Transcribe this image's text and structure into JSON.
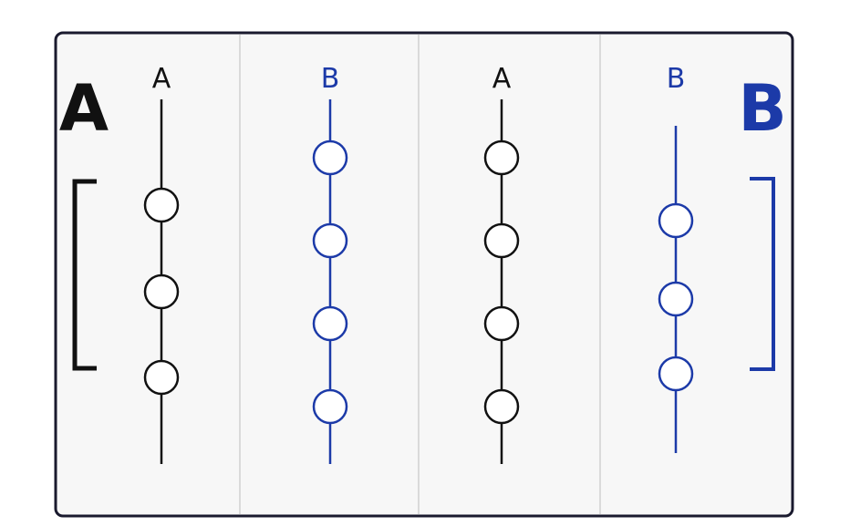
{
  "colors": {
    "black": "#111111",
    "blue": "#1c3aa8",
    "frame": "#1a1a2e",
    "panel_bg": "#f7f7f7",
    "divider": "#cfcfcf"
  },
  "side_labels": {
    "left": "A",
    "right": "B"
  },
  "strands": [
    {
      "label": "A",
      "color": "black",
      "node_count": 3
    },
    {
      "label": "B",
      "color": "blue",
      "node_count": 4
    },
    {
      "label": "A",
      "color": "black",
      "node_count": 4
    },
    {
      "label": "B",
      "color": "blue",
      "node_count": 3
    }
  ],
  "brackets": [
    {
      "side": "left",
      "color": "black"
    },
    {
      "side": "right",
      "color": "blue"
    }
  ]
}
